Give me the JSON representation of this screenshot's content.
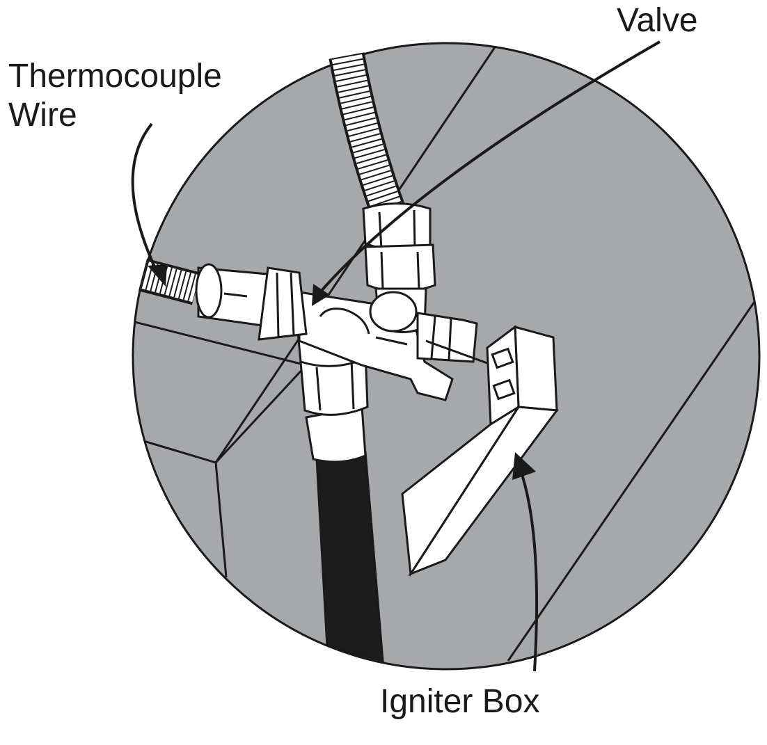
{
  "labels": {
    "thermocouple_line1": "Thermocouple",
    "thermocouple_line2": "Wire",
    "valve": "Valve",
    "igniter_box": "Igniter Box"
  },
  "colors": {
    "background_panel": "#a6a8ab",
    "outline": "#1a1a1a",
    "part_fill": "#ffffff",
    "hose": "#1c1c1c"
  },
  "icons": {
    "callout_arrow": "arrowhead"
  }
}
